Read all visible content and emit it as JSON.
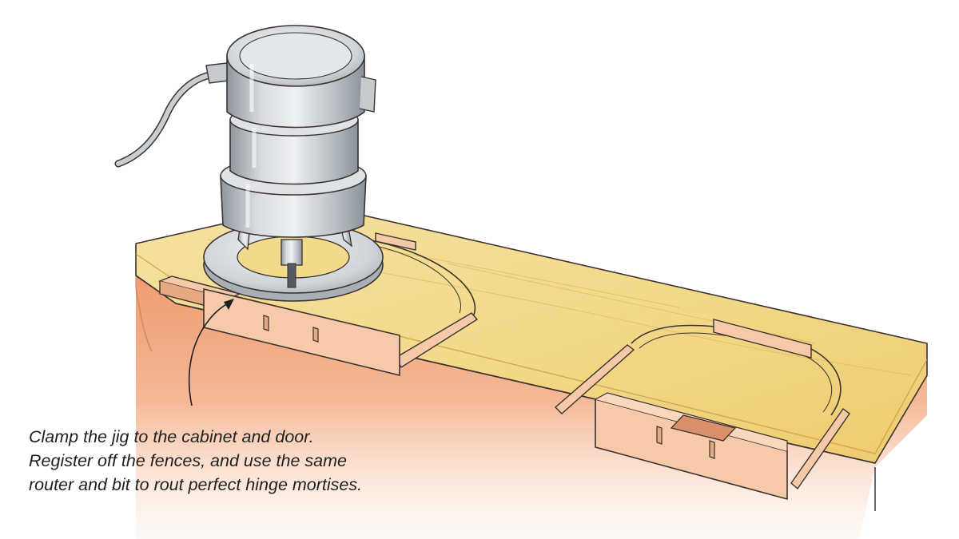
{
  "caption": {
    "lines": [
      "Clamp the jig to the cabinet and door.",
      "Register off the fences, and use the same",
      "router and bit to rout perfect hinge mortises."
    ]
  },
  "palette": {
    "board_top": "#f3d98a",
    "board_edge": "#e9bf63",
    "cabinet": "#f0a07a",
    "cabinet_shade": "#e48862",
    "jig_wood": "#f6c9a8",
    "jig_wood_dark": "#e7a882",
    "router_metal": "#c6cbd0",
    "router_metal_dark": "#9aa1a8",
    "router_metal_light": "#e8ebee",
    "outline": "#3a3330"
  },
  "icons": [
    "router-icon",
    "power-cord-icon",
    "pointer-arrow-icon"
  ]
}
